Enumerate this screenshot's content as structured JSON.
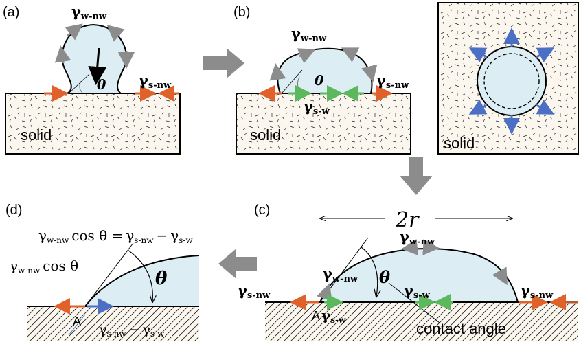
{
  "panels": {
    "a": {
      "tag": "(a)",
      "solid": "solid",
      "g_top": "γ",
      "g_top_sub": "w-nw",
      "g_right": "γ",
      "g_right_sub": "s-nw",
      "angle": "θ"
    },
    "b": {
      "tag": "(b)",
      "solid": "solid",
      "g_top": "γ",
      "g_top_sub": "w-nw",
      "g_right": "γ",
      "g_right_sub": "s-nw",
      "g_bottom": "γ",
      "g_bottom_sub": "s-w",
      "angle": "θ",
      "solid_top": "solid"
    },
    "c": {
      "tag": "(c)",
      "width_label": "2r",
      "g_top": "γ",
      "g_top_sub": "w-nw",
      "g_left": "γ",
      "g_left_sub": "w-nw",
      "g_far_left": "γ",
      "g_far_left_sub": "s-nw",
      "g_middle": "γ",
      "g_middle_sub": "s-w",
      "g_right": "γ",
      "g_right_sub": "s-nw",
      "point": "A",
      "g_point": "γ",
      "g_point_sub": "s-w",
      "angle": "θ",
      "contact_angle": "contact angle"
    },
    "d": {
      "tag": "(d)",
      "equation_lhs": "γ",
      "equation_lhs_sub": "w-nw",
      "equation_cos": "cos θ =",
      "equation_r1": "γ",
      "equation_r1_sub": "s-nw",
      "equation_minus": "−",
      "equation_r2": "γ",
      "equation_r2_sub": "s-w",
      "left_label": "γ",
      "left_label_sub": "w-nw",
      "left_cos": "cos θ",
      "point": "A",
      "bottom": "γ",
      "bottom_sub": "s-nw",
      "bottom_minus": "−",
      "bottom2": "γ",
      "bottom2_sub": "s-w",
      "angle": "θ"
    }
  },
  "colors": {
    "orange": "#e0622a",
    "green": "#5cb85c",
    "blue": "#4a6fc4",
    "gray": "#7a7a7a",
    "drop": "#dcedf3",
    "solid_fill": "#fbf6ee",
    "arrow_gray": "#8c8c8c"
  }
}
